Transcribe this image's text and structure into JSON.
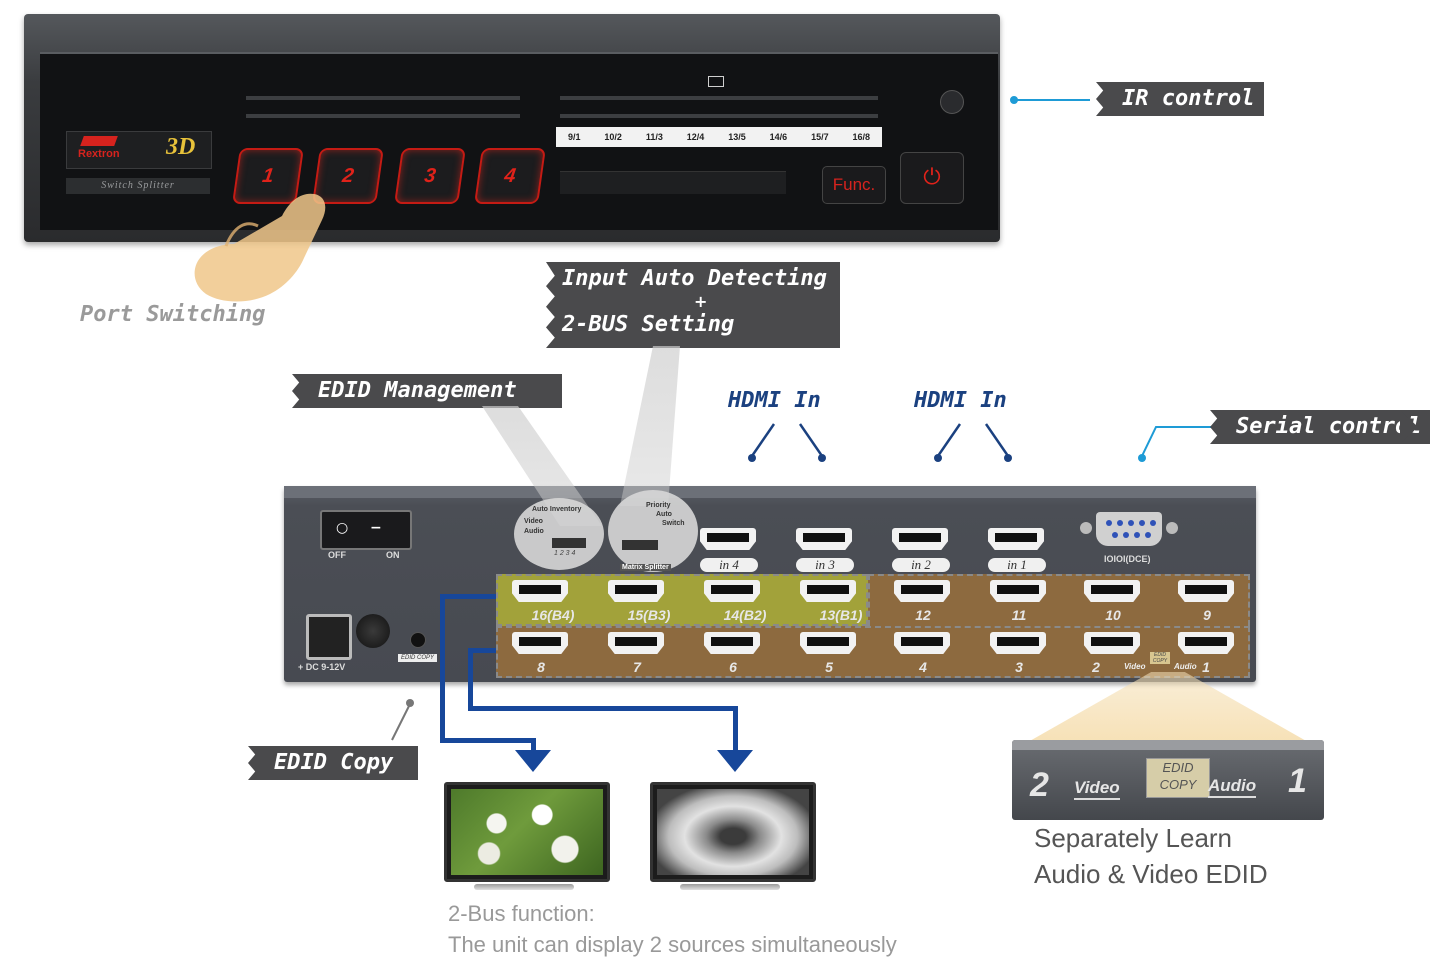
{
  "front_panel": {
    "brand": "Rextron",
    "mode": "3D",
    "subtitle": "Switch Splitter",
    "buttons": [
      "1",
      "2",
      "3",
      "4"
    ],
    "lcd_labels": [
      "9/1",
      "10/2",
      "11/3",
      "12/4",
      "13/5",
      "14/6",
      "15/7",
      "16/8"
    ],
    "func_label": "Func.",
    "power_symbol": "⏻"
  },
  "callouts": {
    "ir_control": "IR control",
    "port_switching": "Port Switching",
    "auto_detect_line1": "Input Auto Detecting",
    "auto_detect_plus": "+",
    "auto_detect_line2": "2-BUS Setting",
    "edid_management": "EDID Management",
    "hdmi_in_a": "HDMI In",
    "hdmi_in_b": "HDMI In",
    "serial_control": "Serial control",
    "edid_copy": "EDID Copy"
  },
  "rear_panel": {
    "switch_off": "OFF",
    "switch_on": "ON",
    "dc_label": "+ DC 9-12V",
    "edid_copy_btn": "EDID COPY",
    "dce_label": "IOIOI(DCE)",
    "dip_left": {
      "header": "Auto Inventory",
      "row1": "Video",
      "row2": "Audio",
      "numbers": "1 2 3 4"
    },
    "dip_right": {
      "line1": "Priority",
      "line2": "Auto",
      "line3": "Switch",
      "footer": "Matrix Splitter"
    },
    "inputs": [
      "in 4",
      "in 3",
      "in 2",
      "in 1"
    ],
    "outputs_row1": [
      "16(B4)",
      "15(B3)",
      "14(B2)",
      "13(B1)",
      "12",
      "11",
      "10",
      "9"
    ],
    "outputs_row2": [
      "8",
      "7",
      "6",
      "5",
      "4",
      "3",
      "2",
      "1"
    ],
    "port_video": "Video",
    "port_audio": "Audio",
    "port_edid": "EDID COPY"
  },
  "zoom": {
    "left_num": "2",
    "video": "Video",
    "edid_line1": "EDID",
    "edid_line2": "COPY",
    "audio": "Audio",
    "right_num": "1"
  },
  "captions": {
    "edid_line1": "Separately Learn",
    "edid_line2": "Audio & Video EDID",
    "bus_line1": "2-Bus function:",
    "bus_line2": "The unit can display 2 sources simultaneously"
  },
  "colors": {
    "accent_red": "#d6231e",
    "route_blue": "#17479a",
    "zone_yellow": "#a2a23a",
    "zone_brown": "#8d6a3f",
    "tag_grey": "#4a4a4c"
  }
}
